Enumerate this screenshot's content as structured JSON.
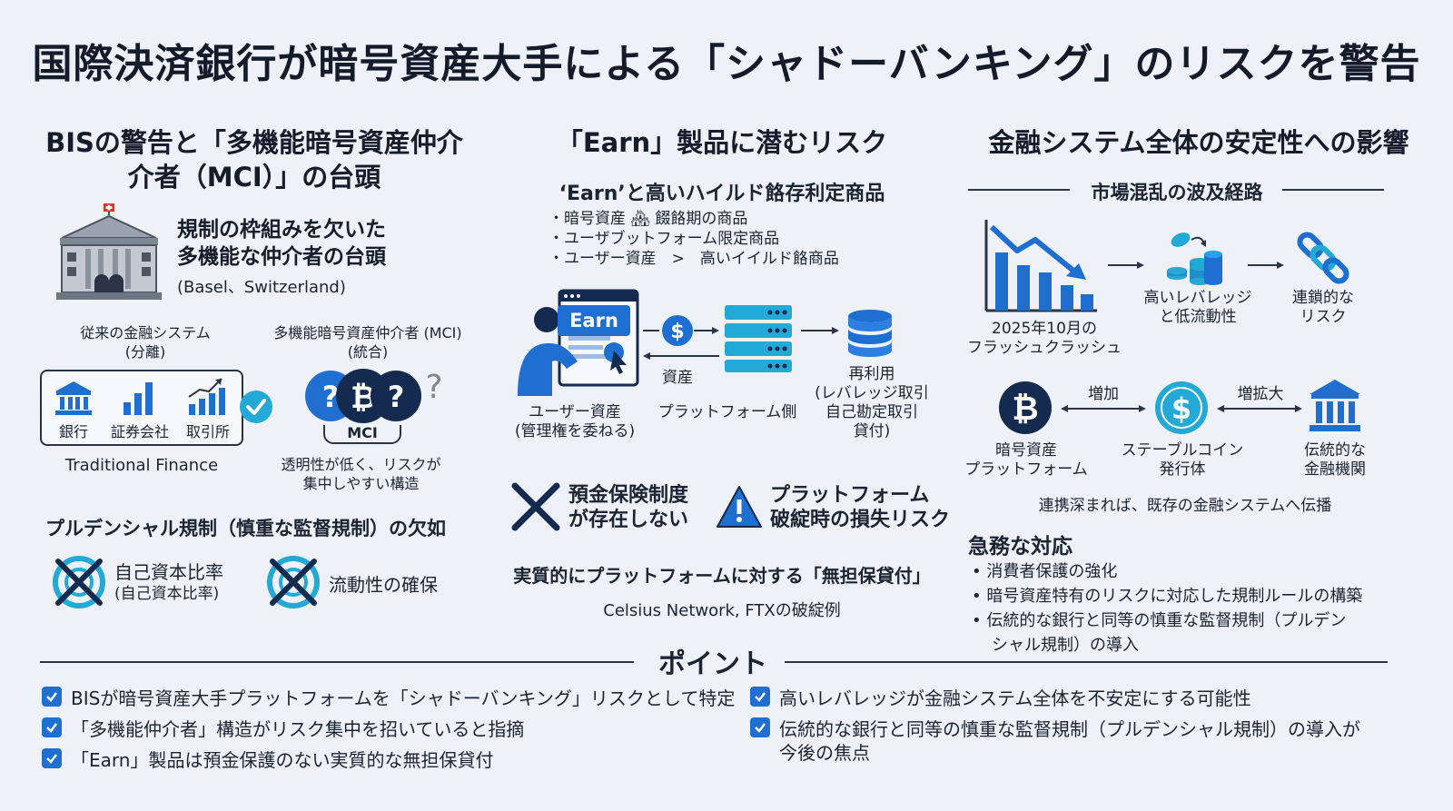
{
  "title": "国際決済銀行が暗号資産大手による「シャドーバンキング」のリスクを警告",
  "col1": {
    "heading_line1": "BISの警告と「多機能暗号資産仲介",
    "heading_line2": "介者（MCI）」の台頭",
    "rise_line1": "規制の枠組みを欠いた",
    "rise_line2": "多機能な仲介者の台頭",
    "location": "(Basel、Switzerland)",
    "trad_label_line1": "従来の金融システム",
    "trad_label_line2": "(分離)",
    "mci_label_line1": "多機能暗号資産仲介者 (MCI)",
    "mci_label_line2": "(統合)",
    "trad_items": [
      "銀行",
      "証券会社",
      "取引所"
    ],
    "trad_caption": "Traditional Finance",
    "mci_caption": "MCI",
    "mci_desc_line1": "透明性が低く、リスクが",
    "mci_desc_line2": "集中しやすい構造",
    "prudential_heading": "プルデンシャル規制（慎重な監督規制）の欠如",
    "capital_line1": "自己資本比率",
    "capital_line2": "(自己資本比率)",
    "liquidity": "流動性の確保"
  },
  "col2": {
    "heading": "「Earn」製品に潜むリスク",
    "sub_heading": "‘Earn’と高いハイルド餎存利定商品",
    "bullets": [
      "・暗号資産 🏘 餟餎期の商品",
      "・ユーザブットフォーム限定商品",
      "・ユーザー資産　>　高いイイルド餎商品"
    ],
    "screen_label": "Earn",
    "user_line1": "ユーザー資産",
    "user_line2": "(管理権を委ねる)",
    "asset_label": "資産",
    "platform_label": "プラットフォーム側",
    "reuse_lines": [
      "再利用",
      "(レバレッジ取引",
      "自己勘定取引",
      "貸付)"
    ],
    "no_insurance_line1": "預金保険制度",
    "no_insurance_line2": "が存在しない",
    "platform_risk_line1": "プラットフォーム",
    "platform_risk_line2": "破綻時の損失リスク",
    "unsecured": "実質的にプラットフォームに対する「無担保貸付」",
    "examples": "Celsius Network, FTXの破綻例"
  },
  "col3": {
    "heading": "金融システム全体の安定性への影響",
    "route_heading": "市場混乱の波及経路",
    "crash_line1": "2025年10月の",
    "crash_line2": "フラッシュクラッシュ",
    "leverage_line1": "高いレバレッジ",
    "leverage_line2": "と低流動性",
    "chain_line1": "連鎖的な",
    "chain_line2": "リスク",
    "increase": "増加",
    "expand": "増拡大",
    "crypto_line1": "暗号資産",
    "crypto_line2": "プラットフォーム",
    "stable_line1": "ステーブルコイン",
    "stable_line2": "発行体",
    "trad_line1": "伝統的な",
    "trad_line2": "金融機関",
    "spread": "連携深まれば、既存の金融システムへ伝播",
    "urgent_heading": "急務な対応",
    "urgent_items": [
      "消費者保護の強化",
      "暗号資産特有のリスクに対応した規制ルールの構築",
      "伝統的な銀行と同等の慎重な監督規制（プルデン"
    ],
    "urgent_item3_cont": "シャル規制）の導入"
  },
  "points": {
    "heading": "ポイント",
    "left": [
      "BISが暗号資産大手プラットフォームを「シャドーバンキング」リスクとして特定",
      "「多機能仲介者」構造がリスク集中を招いていると指摘",
      "「Earn」製品は預金保護のない実質的な無担保貸付"
    ],
    "right1": "高いレバレッジが金融システム全体を不安定にする可能性",
    "right2_line1": "伝統的な銀行と同等の慎重な監督規制（プルデンシャル規制）の導入が",
    "right2_line2": "今後の焦点"
  },
  "colors": {
    "primary_blue": "#1f6fd1",
    "dark_navy": "#142a4f",
    "cyan": "#22a9d6",
    "text": "#1b2433"
  }
}
